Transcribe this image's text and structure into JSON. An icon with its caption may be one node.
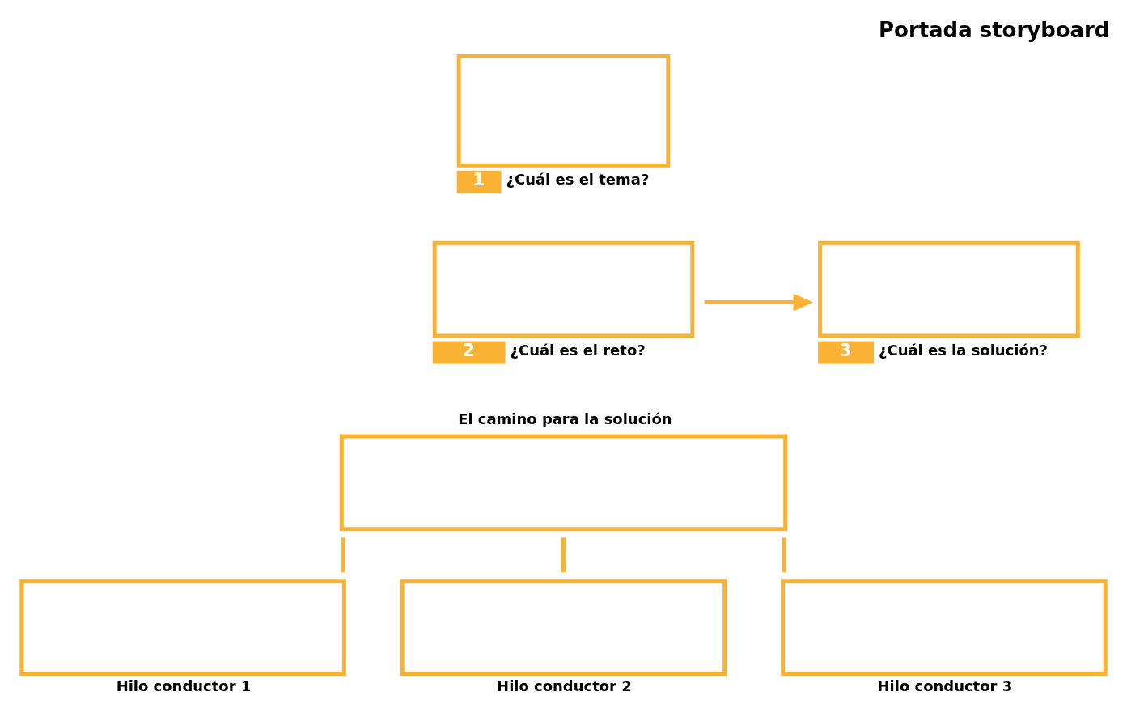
{
  "diagram": {
    "title": "Portada storyboard",
    "nodes": [
      {
        "text": [
          "1",
          "¿Cuál es el tema?"
        ]
      },
      {
        "text": [
          "2",
          "¿Cuál es el reto?"
        ]
      },
      {
        "text": [
          "3",
          "¿Cuál es la solución?"
        ]
      },
      {
        "text": [
          "El camino para la solución"
        ]
      },
      {
        "text": [
          "Hilo conductor 1"
        ]
      },
      {
        "text": [
          "Hilo conductor 2"
        ]
      },
      {
        "text": [
          "Hilo conductor 3"
        ]
      }
    ],
    "edges": [
      {
        "from": 1,
        "to": 2,
        "arrow": "to"
      },
      {
        "from": 3,
        "to": 4,
        "arrow": "none"
      },
      {
        "from": 3,
        "to": 5,
        "arrow": "none"
      },
      {
        "from": 3,
        "to": 6,
        "arrow": "none"
      }
    ]
  }
}
